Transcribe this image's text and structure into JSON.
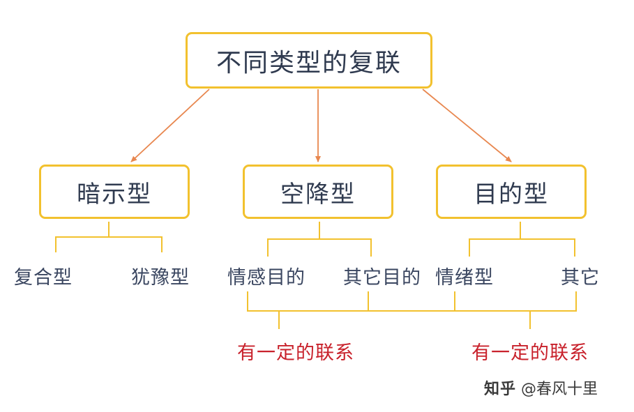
{
  "root": {
    "label": "不同类型的复联"
  },
  "categories": [
    {
      "label": "暗示型",
      "children": [
        "复合型",
        "犹豫型"
      ]
    },
    {
      "label": "空降型",
      "children": [
        "情感目的",
        "其它目的"
      ]
    },
    {
      "label": "目的型",
      "children": [
        "情绪型",
        "其它"
      ]
    }
  ],
  "links": [
    {
      "label": "有一定的联系"
    },
    {
      "label": "有一定的联系"
    }
  ],
  "watermark": {
    "site": "知乎",
    "author": "@春风十里"
  },
  "colors": {
    "box_border": "#f2c12e",
    "arrow": "#e8874f",
    "bracket": "#f2c12e",
    "text": "#2f3a4f",
    "link_text": "#c8212b"
  }
}
